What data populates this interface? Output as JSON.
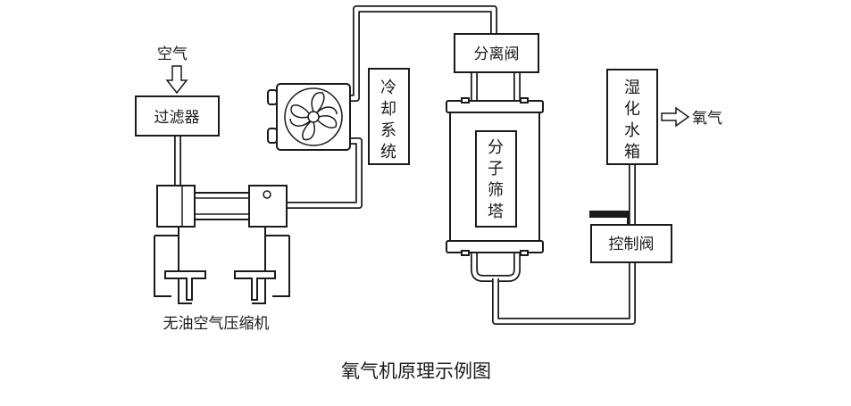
{
  "caption": "氧气机原理示例图",
  "labels": {
    "air_in": "空气",
    "filter": "过滤器",
    "cooling": [
      "冷",
      "却",
      "系",
      "统"
    ],
    "separation_valve": "分离阀",
    "sieve_tower": [
      "分",
      "子",
      "筛",
      "塔"
    ],
    "humidifier": [
      "湿",
      "化",
      "水",
      "箱"
    ],
    "oxygen_out": "氧气",
    "control_valve": "控制阀",
    "compressor": "无油空气压缩机"
  },
  "icons": {
    "fan": "fan-icon",
    "arrow": "arrow-right-icon"
  },
  "colors": {
    "line": "#1a1a1a",
    "background": "#ffffff"
  }
}
